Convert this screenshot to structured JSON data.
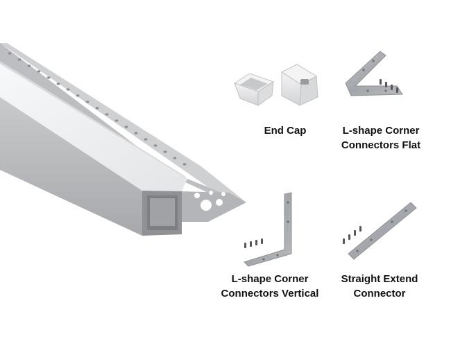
{
  "captions": {
    "end_cap": [
      "End Cap"
    ],
    "l_flat": [
      "L-shape Corner",
      "Connectors Flat"
    ],
    "l_vertical": [
      "L-shape Corner",
      "Connectors Vertical"
    ],
    "straight": [
      "Straight Extend",
      "Connector"
    ]
  },
  "colors": {
    "background": "#ffffff",
    "aluminum": "#b8b9bb",
    "diffuser": "#f2f3f4",
    "connector": "#a9abae",
    "caption_text": "#111111"
  }
}
